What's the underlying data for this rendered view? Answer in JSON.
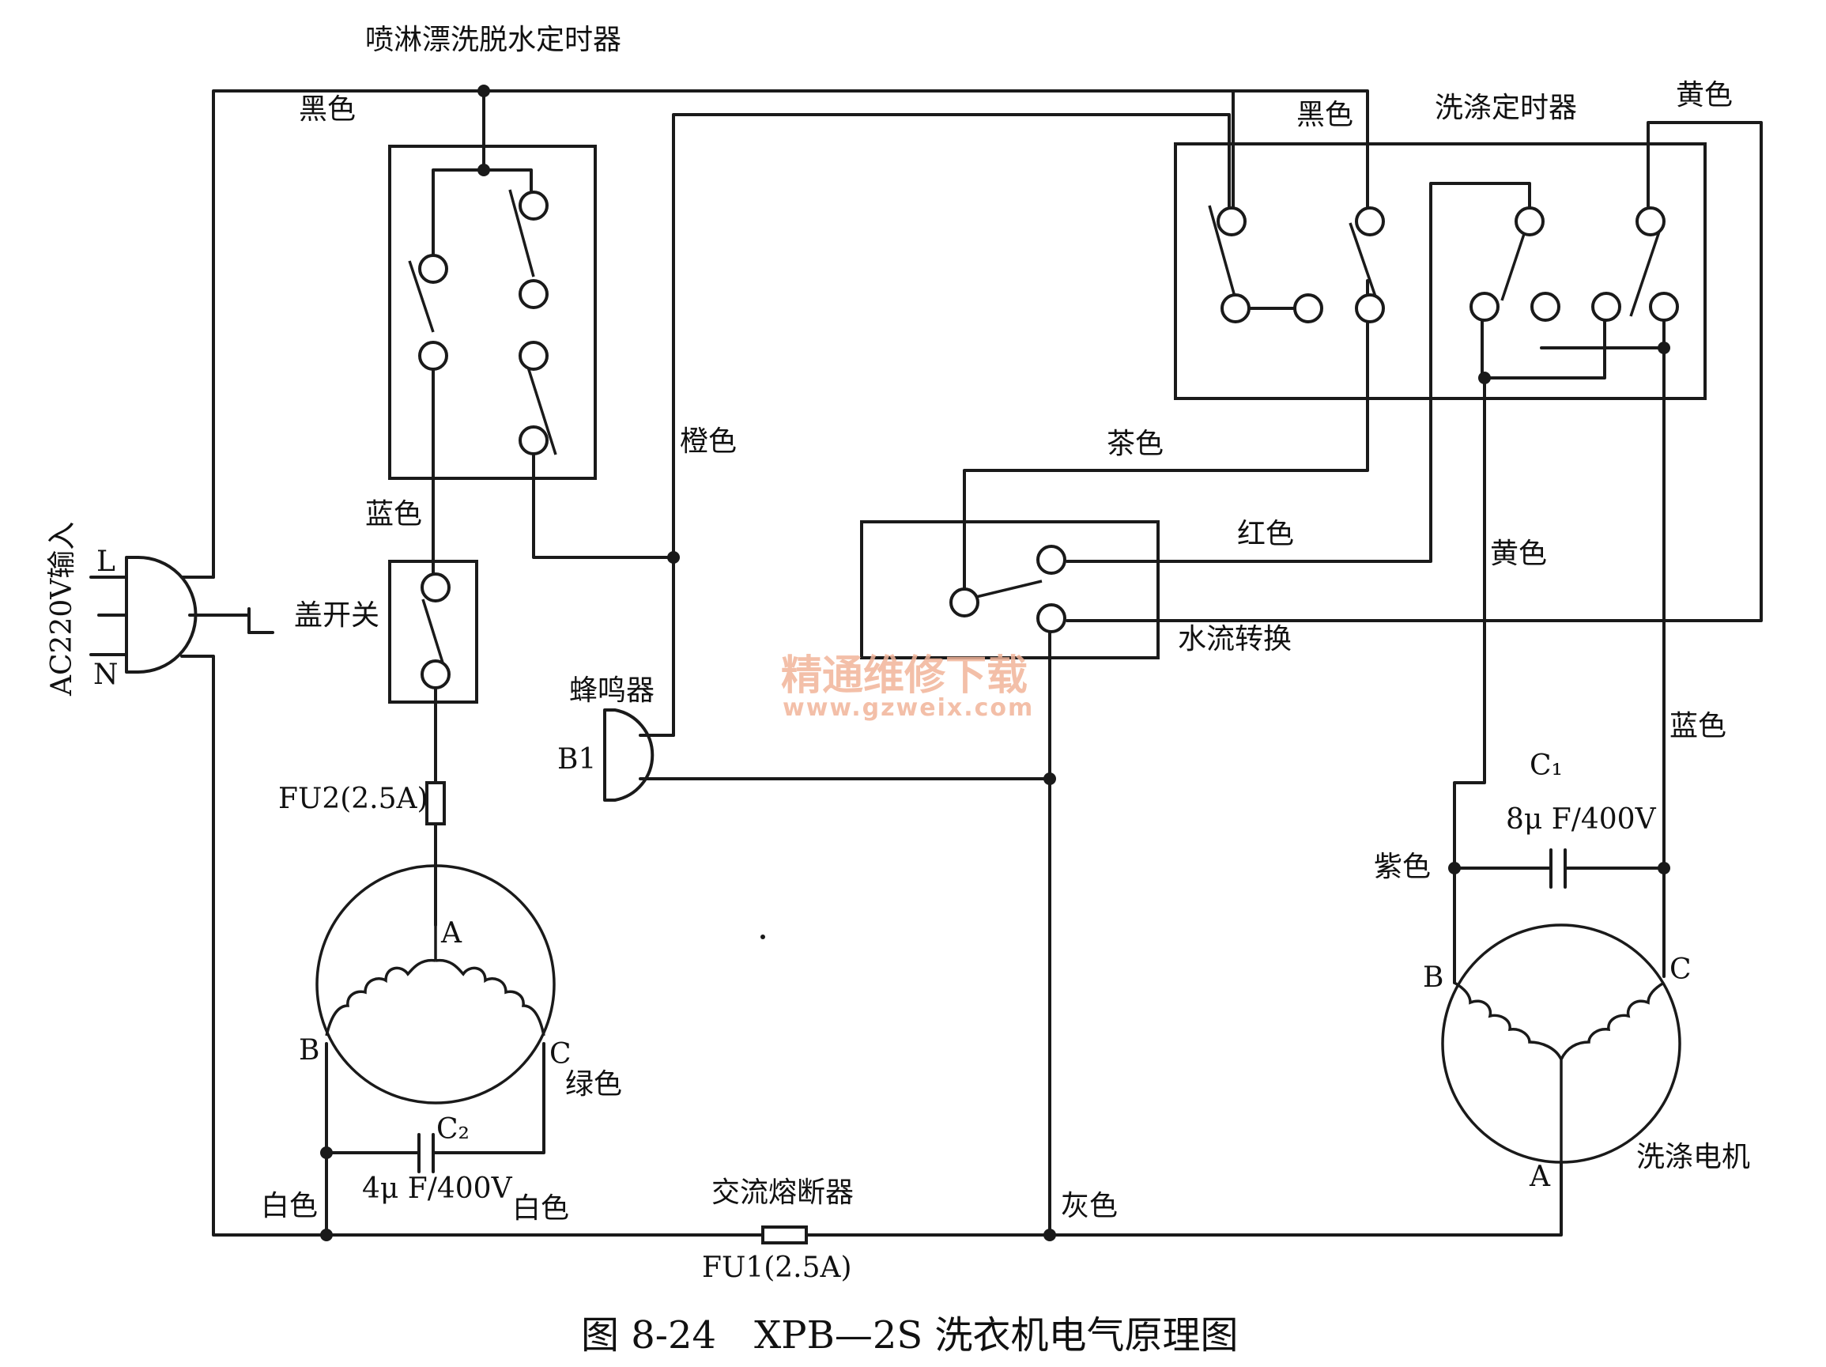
{
  "caption": "图 8-24　XPB—2S 洗衣机电气原理图",
  "watermark": {
    "text": "精通维修下载",
    "url": "www.gzweix.com"
  },
  "components": {
    "spin_timer": "喷淋漂洗脱水定时器",
    "wash_timer": "洗涤定时器",
    "lid_switch": "盖开关",
    "water_switch": "水流转换",
    "buzzer": "蜂鸣器",
    "buzzer_ref": "B1",
    "ac_input": "AC220V输入",
    "plug_l": "L",
    "plug_n": "N",
    "fuse2": "FU2(2.5A)",
    "fuse1_title": "交流熔断器",
    "fuse1": "FU1(2.5A)",
    "wash_motor": "洗涤电机"
  },
  "spin_motor": {
    "a": "A",
    "b": "B",
    "c": "C",
    "c2": "C₂",
    "c2_value": "4μ F/400V"
  },
  "wash_motor_terms": {
    "a": "A",
    "b": "B",
    "c": "C",
    "c1": "C₁",
    "c1_value": "8μ F/400V"
  },
  "wires": {
    "black_1": "黑色",
    "black_2": "黑色",
    "yellow_1": "黄色",
    "yellow_2": "黄色",
    "blue_1": "蓝色",
    "blue_2": "蓝色",
    "orange": "橙色",
    "brown": "茶色",
    "red": "红色",
    "green": "绿色",
    "white_1": "白色",
    "white_2": "白色",
    "gray": "灰色",
    "purple": "紫色"
  }
}
